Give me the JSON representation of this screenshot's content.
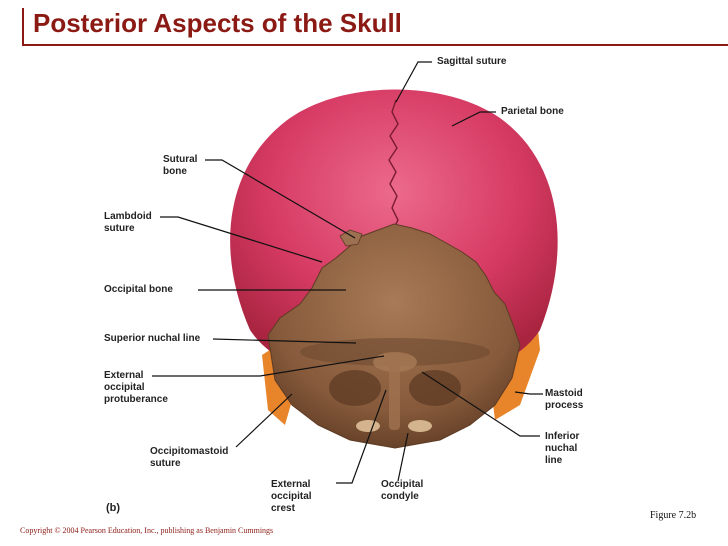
{
  "title": "Posterior Aspects of the Skull",
  "labels": {
    "sagittal_suture": "Sagittal suture",
    "parietal_bone": "Parietal bone",
    "sutural_bone": "Sutural\nbone",
    "lambdoid_suture": "Lambdoid\nsuture",
    "occipital_bone": "Occipital bone",
    "superior_nuchal_line": "Superior nuchal line",
    "external_occipital_protuberance": "External\noccipital\nprotuberance",
    "occipitomastoid_suture": "Occipitomastoid\nsuture",
    "external_occipital_crest": "External\noccipital\ncrest",
    "occipital_condyle": "Occipital\ncondyle",
    "mastoid_process": "Mastoid\nprocess",
    "inferior_nuchal_line": "Inferior\nnuchal\nline"
  },
  "panel_tag": "(b)",
  "figure_number": "Figure 7.2b",
  "copyright": "Copyright © 2004 Pearson Education, Inc., publishing as Benjamin Cummings",
  "colors": {
    "title": "#8b1a14",
    "parietal": "#d63a63",
    "occipital": "#8a6040",
    "mastoid": "#e8842a"
  }
}
